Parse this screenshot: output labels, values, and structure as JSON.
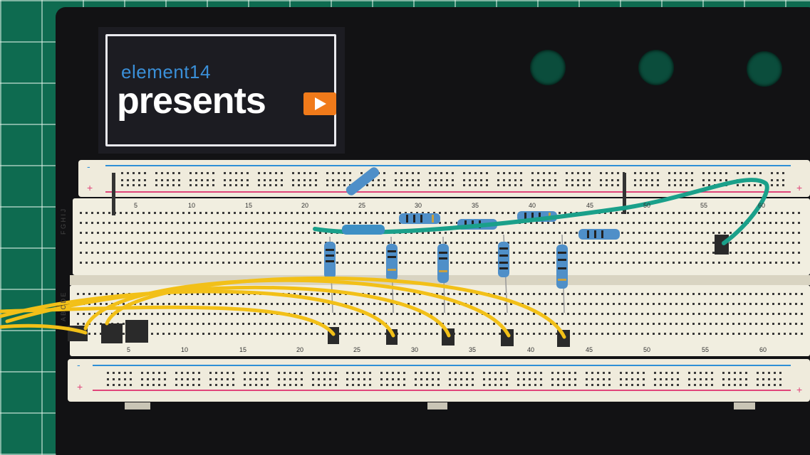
{
  "logo": {
    "brand": "element14",
    "tagline": "presents",
    "icon": "play-icon",
    "colors": {
      "brand": "#3a8fd8",
      "play": "#f07a1a",
      "tagline": "#ffffff"
    }
  },
  "breadboard": {
    "top_numbers": [
      "5",
      "10",
      "15",
      "20",
      "25",
      "30",
      "35",
      "40",
      "45",
      "50",
      "55",
      "60"
    ],
    "bottom_numbers": [
      "5",
      "10",
      "15",
      "20",
      "25",
      "30",
      "35",
      "40",
      "45",
      "50",
      "55",
      "60"
    ],
    "left_letters_top": "F G H I J",
    "left_letters_bottom": "A B C D E",
    "rail_symbols": [
      "+",
      "-"
    ],
    "colors": {
      "board": "#efebdc",
      "rail_plus": "#e0457a",
      "rail_minus": "#2e8fd6",
      "wire_yellow": "#f2c018",
      "wire_green": "#1aa08a",
      "resistor": "#4f8fc8"
    }
  }
}
